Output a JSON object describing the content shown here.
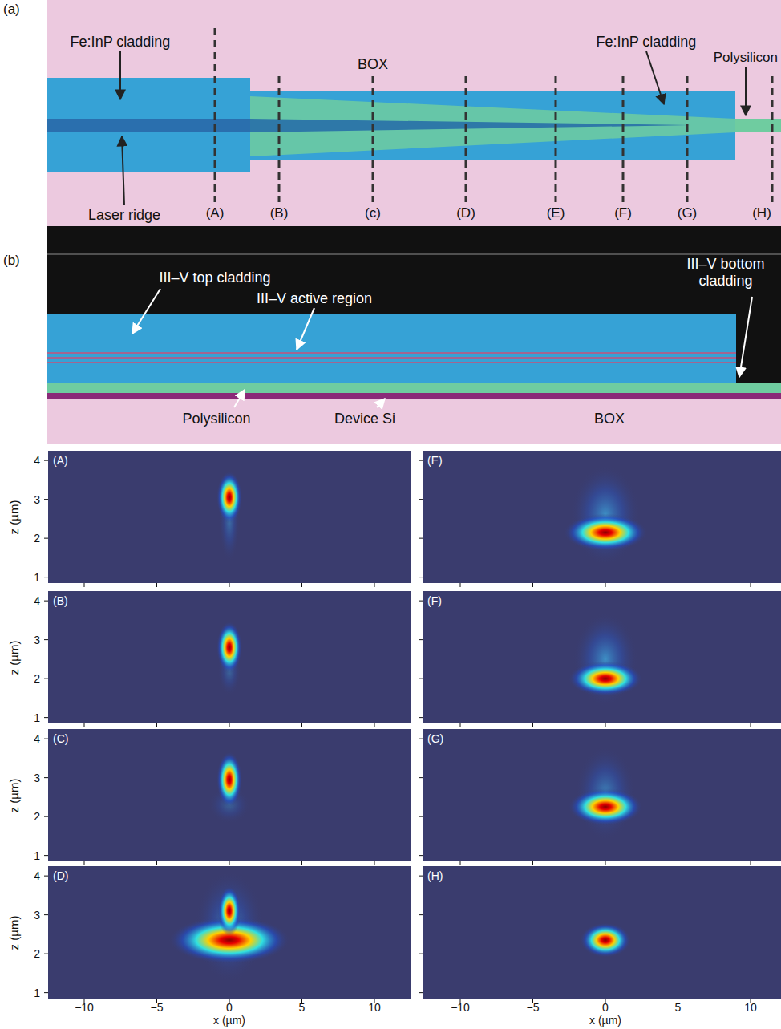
{
  "diagram": {
    "labels": [
      "(a)",
      "Fe:InP cladding",
      "BOX",
      "Fe:InP cladding",
      "Polysilicon",
      "Laser ridge",
      "(A)",
      "(B)",
      "(c)",
      "(D)",
      "(E)",
      "(F)",
      "(G)",
      "(H)",
      "(b)",
      "III–V top cladding",
      "III–V active region",
      "III–V bottom cladding",
      "Polysilicon",
      "Device Si",
      "BOX",
      "(A)",
      "(E)",
      "(B)",
      "(F)",
      "(C)",
      "(G)",
      "(D)",
      "(H)",
      "4",
      "3",
      "2",
      "1",
      "4",
      "3",
      "2",
      "1",
      "4",
      "3",
      "2",
      "1",
      "4",
      "3",
      "2",
      "1",
      "z (µm)",
      "z (µm)",
      "z (µm)",
      "z (µm)",
      "−10",
      "−5",
      "0",
      "5",
      "10",
      "−10",
      "−5",
      "0",
      "5",
      "10",
      "x (µm)",
      "x (µm)"
    ]
  }
}
